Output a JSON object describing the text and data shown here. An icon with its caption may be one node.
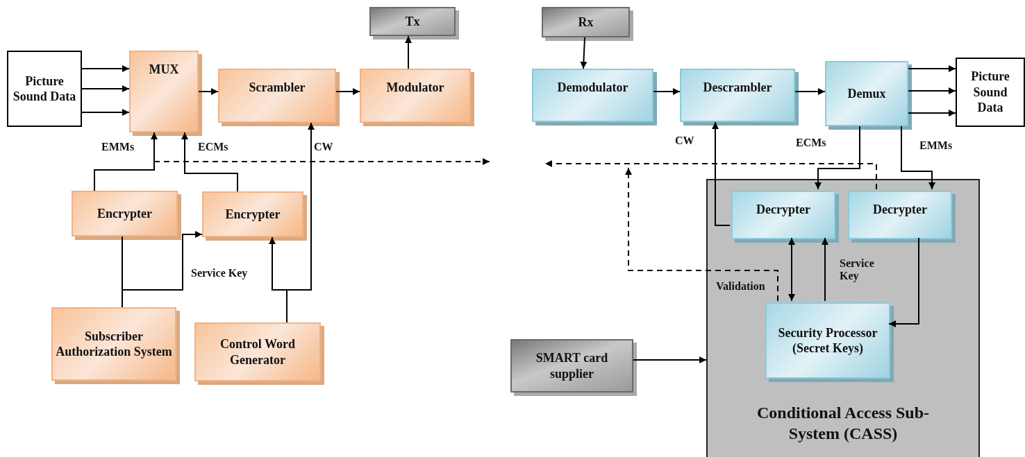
{
  "diagram": {
    "nodes": [
      {
        "text": [
          "Picture Sound Data"
        ]
      },
      {
        "text": [
          "MUX"
        ]
      },
      {
        "text": [
          "Scrambler"
        ]
      },
      {
        "text": [
          "Modulator"
        ]
      },
      {
        "text": [
          "Tx"
        ]
      },
      {
        "text": [
          "Encrypter"
        ]
      },
      {
        "text": [
          "Encrypter"
        ]
      },
      {
        "text": [
          "Subscriber Authorization System"
        ]
      },
      {
        "text": [
          "Control Word Generator"
        ]
      },
      {
        "text": [
          "Rx"
        ]
      },
      {
        "text": [
          "Demodulator"
        ]
      },
      {
        "text": [
          "Descrambler"
        ]
      },
      {
        "text": [
          "Demux"
        ]
      },
      {
        "text": [
          "Picture Sound Data"
        ]
      },
      {
        "text": [
          "Conditional Access Sub-System (CASS)"
        ]
      },
      {
        "text": [
          "Decrypter"
        ],
        "in": 14
      },
      {
        "text": [
          "Decrypter"
        ],
        "in": 14
      },
      {
        "text": [
          "Security Processor (Secret Keys)"
        ],
        "in": 14
      },
      {
        "text": [
          "SMART card supplier"
        ]
      }
    ],
    "edges": [
      {
        "from": 0,
        "to": 1,
        "arrow": "to"
      },
      {
        "from": 0,
        "to": 1,
        "arrow": "to"
      },
      {
        "from": 0,
        "to": 1,
        "arrow": "to"
      },
      {
        "from": 1,
        "to": 2,
        "arrow": "to"
      },
      {
        "from": 2,
        "to": 3,
        "arrow": "to"
      },
      {
        "from": 3,
        "to": 4,
        "arrow": "to"
      },
      {
        "from": 5,
        "to": 1,
        "arrow": "to",
        "label": "EMMs"
      },
      {
        "from": 6,
        "to": 1,
        "arrow": "to",
        "label": "ECMs"
      },
      {
        "from": 7,
        "to": 5,
        "arrow": "none"
      },
      {
        "from": 7,
        "to": 6,
        "arrow": "to",
        "label": "Service Key"
      },
      {
        "from": 8,
        "to": 6,
        "arrow": "to"
      },
      {
        "from": 8,
        "to": 2,
        "arrow": "to",
        "label": "CW"
      },
      {
        "from": 9,
        "to": 10,
        "arrow": "to"
      },
      {
        "from": 10,
        "to": 11,
        "arrow": "to"
      },
      {
        "from": 11,
        "to": 12,
        "arrow": "to"
      },
      {
        "from": 12,
        "to": 13,
        "arrow": "to"
      },
      {
        "from": 12,
        "to": 13,
        "arrow": "to"
      },
      {
        "from": 12,
        "to": 13,
        "arrow": "to"
      },
      {
        "from": 12,
        "to": 15,
        "arrow": "to",
        "label": "ECMs"
      },
      {
        "from": 12,
        "to": 16,
        "arrow": "to",
        "label": "EMMs"
      },
      {
        "from": 15,
        "to": 11,
        "arrow": "to",
        "label": "CW"
      },
      {
        "from": 15,
        "to": 17,
        "arrow": "both",
        "label": "Validation"
      },
      {
        "from": 17,
        "to": 15,
        "arrow": "to",
        "label": "Service Key"
      },
      {
        "from": 16,
        "to": 17,
        "arrow": "to"
      },
      {
        "from": 18,
        "to": 14,
        "arrow": "to"
      },
      {
        "from": 1,
        "to": null,
        "arrow": "to",
        "style": "dashed"
      },
      {
        "from": 16,
        "to": null,
        "arrow": "to",
        "style": "dashed"
      },
      {
        "from": 17,
        "to": null,
        "arrow": "to",
        "style": "dashed"
      }
    ]
  }
}
